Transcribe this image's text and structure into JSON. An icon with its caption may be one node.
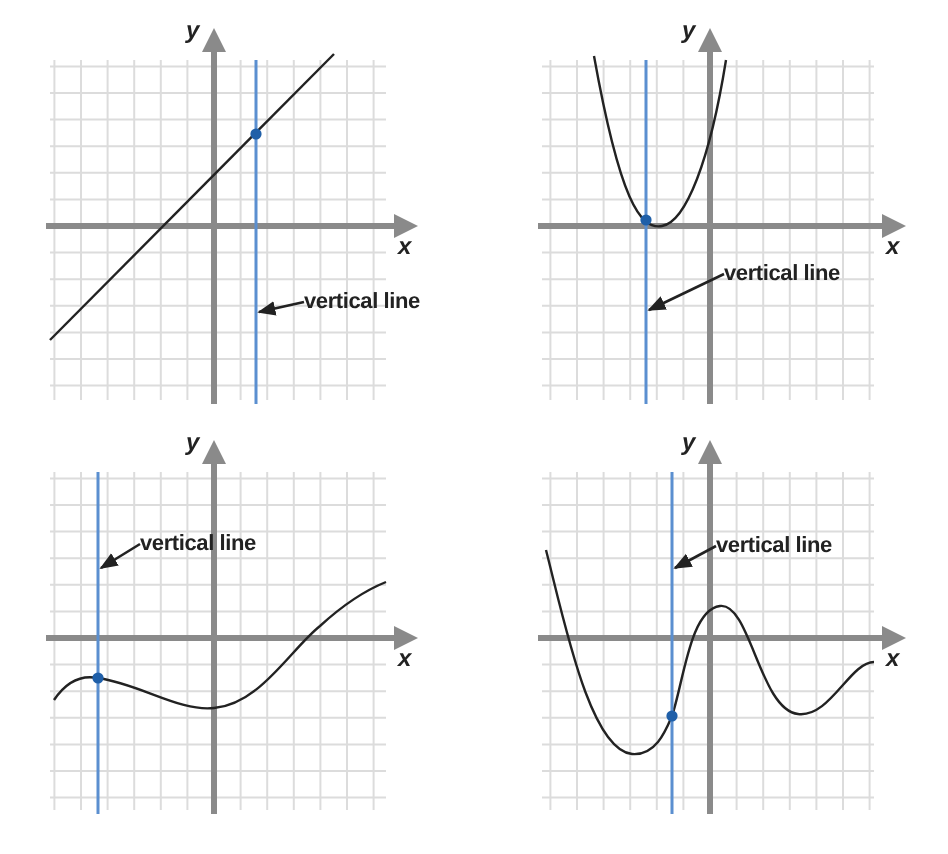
{
  "diagram": {
    "nodes": [
      {
        "text": [],
        "shape": "line"
      },
      {
        "text": [
          "vertical line"
        ]
      },
      {
        "text": [],
        "shape": "line"
      },
      {
        "text": [
          "vertical line"
        ]
      },
      {
        "text": [],
        "shape": "line"
      },
      {
        "text": [
          "vertical line"
        ]
      },
      {
        "text": [],
        "shape": "line"
      },
      {
        "text": [
          "vertical line"
        ]
      }
    ],
    "edges": [
      {
        "from": 1,
        "to": 0,
        "arrow": "to"
      },
      {
        "from": 3,
        "to": 2,
        "arrow": "to"
      },
      {
        "from": 5,
        "to": 4,
        "arrow": "to"
      },
      {
        "from": 7,
        "to": 6,
        "arrow": "to"
      }
    ],
    "labels": [
      "y",
      "x",
      "y",
      "x",
      "y",
      "x",
      "y",
      "x"
    ]
  }
}
